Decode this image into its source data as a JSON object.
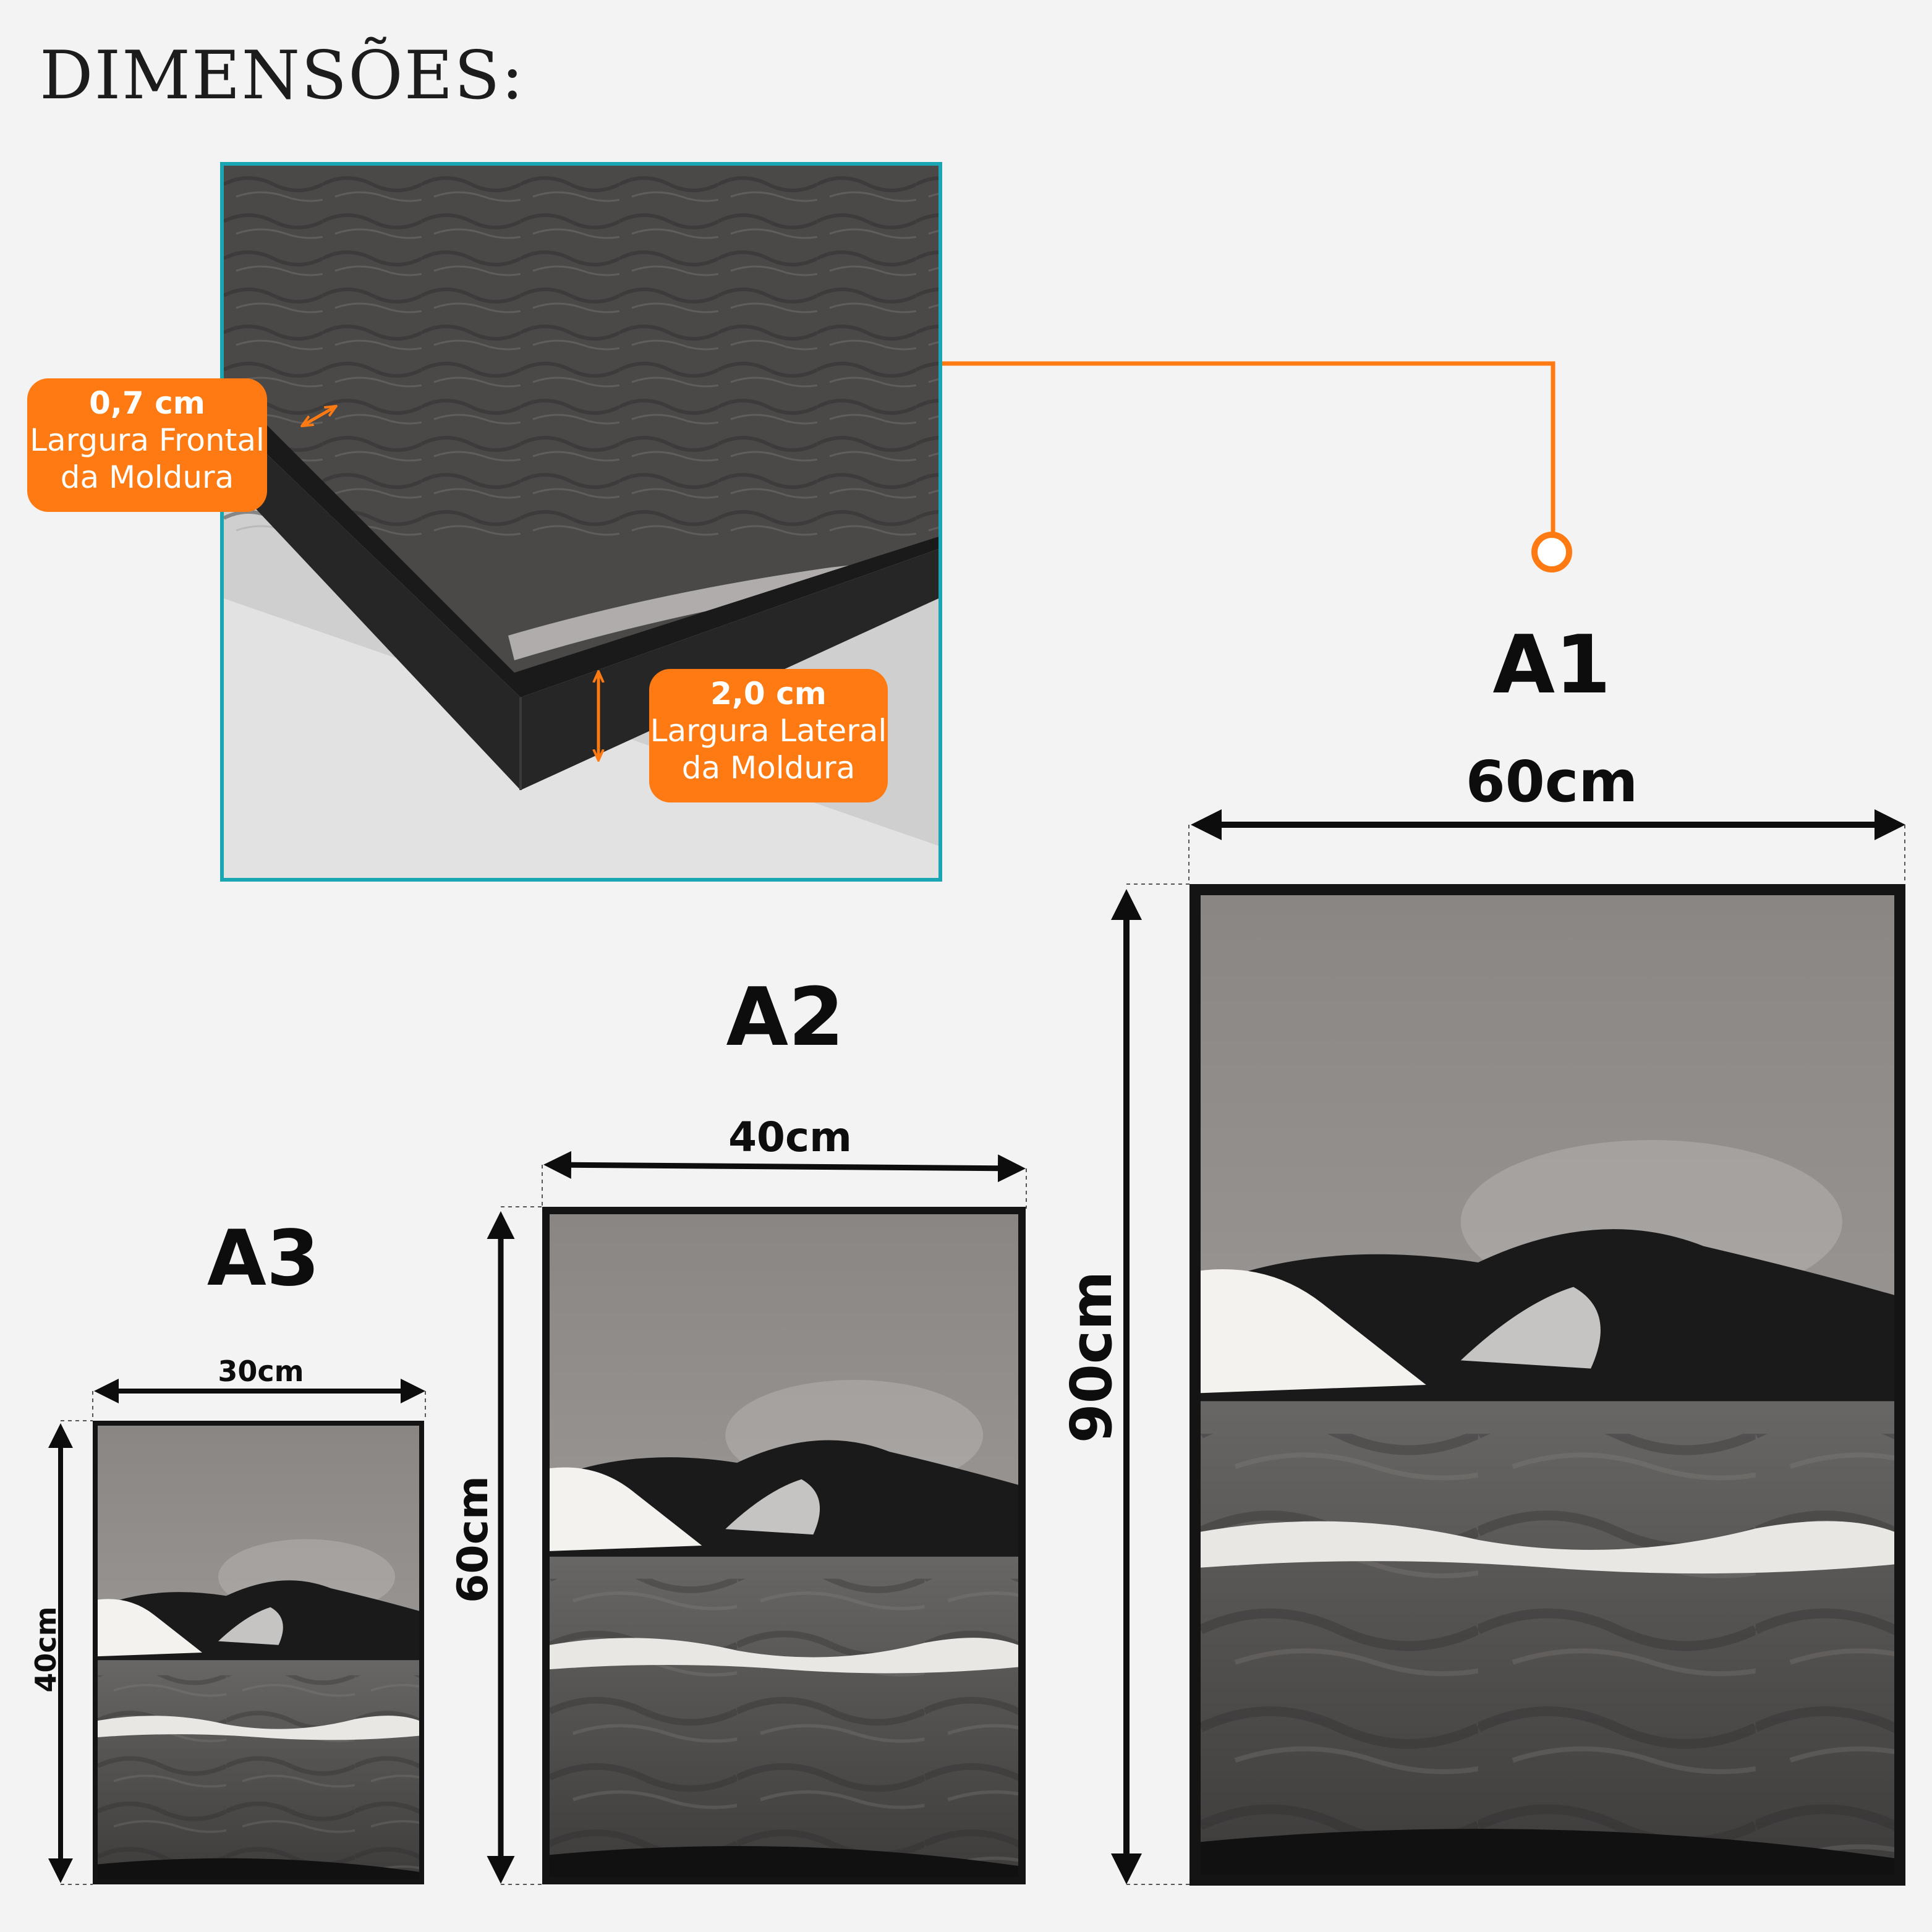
{
  "title": "DIMENSÕES:",
  "colors": {
    "accent": "#ff7a12",
    "detail_border": "#1aa5b3",
    "frame": "#141414"
  },
  "callouts": {
    "front": {
      "value": "0,7 cm",
      "line1": "Largura Frontal",
      "line2": "da Moldura"
    },
    "side": {
      "value": "2,0 cm",
      "line1": "Largura Lateral",
      "line2": "da Moldura"
    }
  },
  "sizes": [
    {
      "name": "A1",
      "width": "60cm",
      "height": "90cm"
    },
    {
      "name": "A2",
      "width": "40cm",
      "height": "60cm"
    },
    {
      "name": "A3",
      "width": "30cm",
      "height": "40cm"
    }
  ]
}
